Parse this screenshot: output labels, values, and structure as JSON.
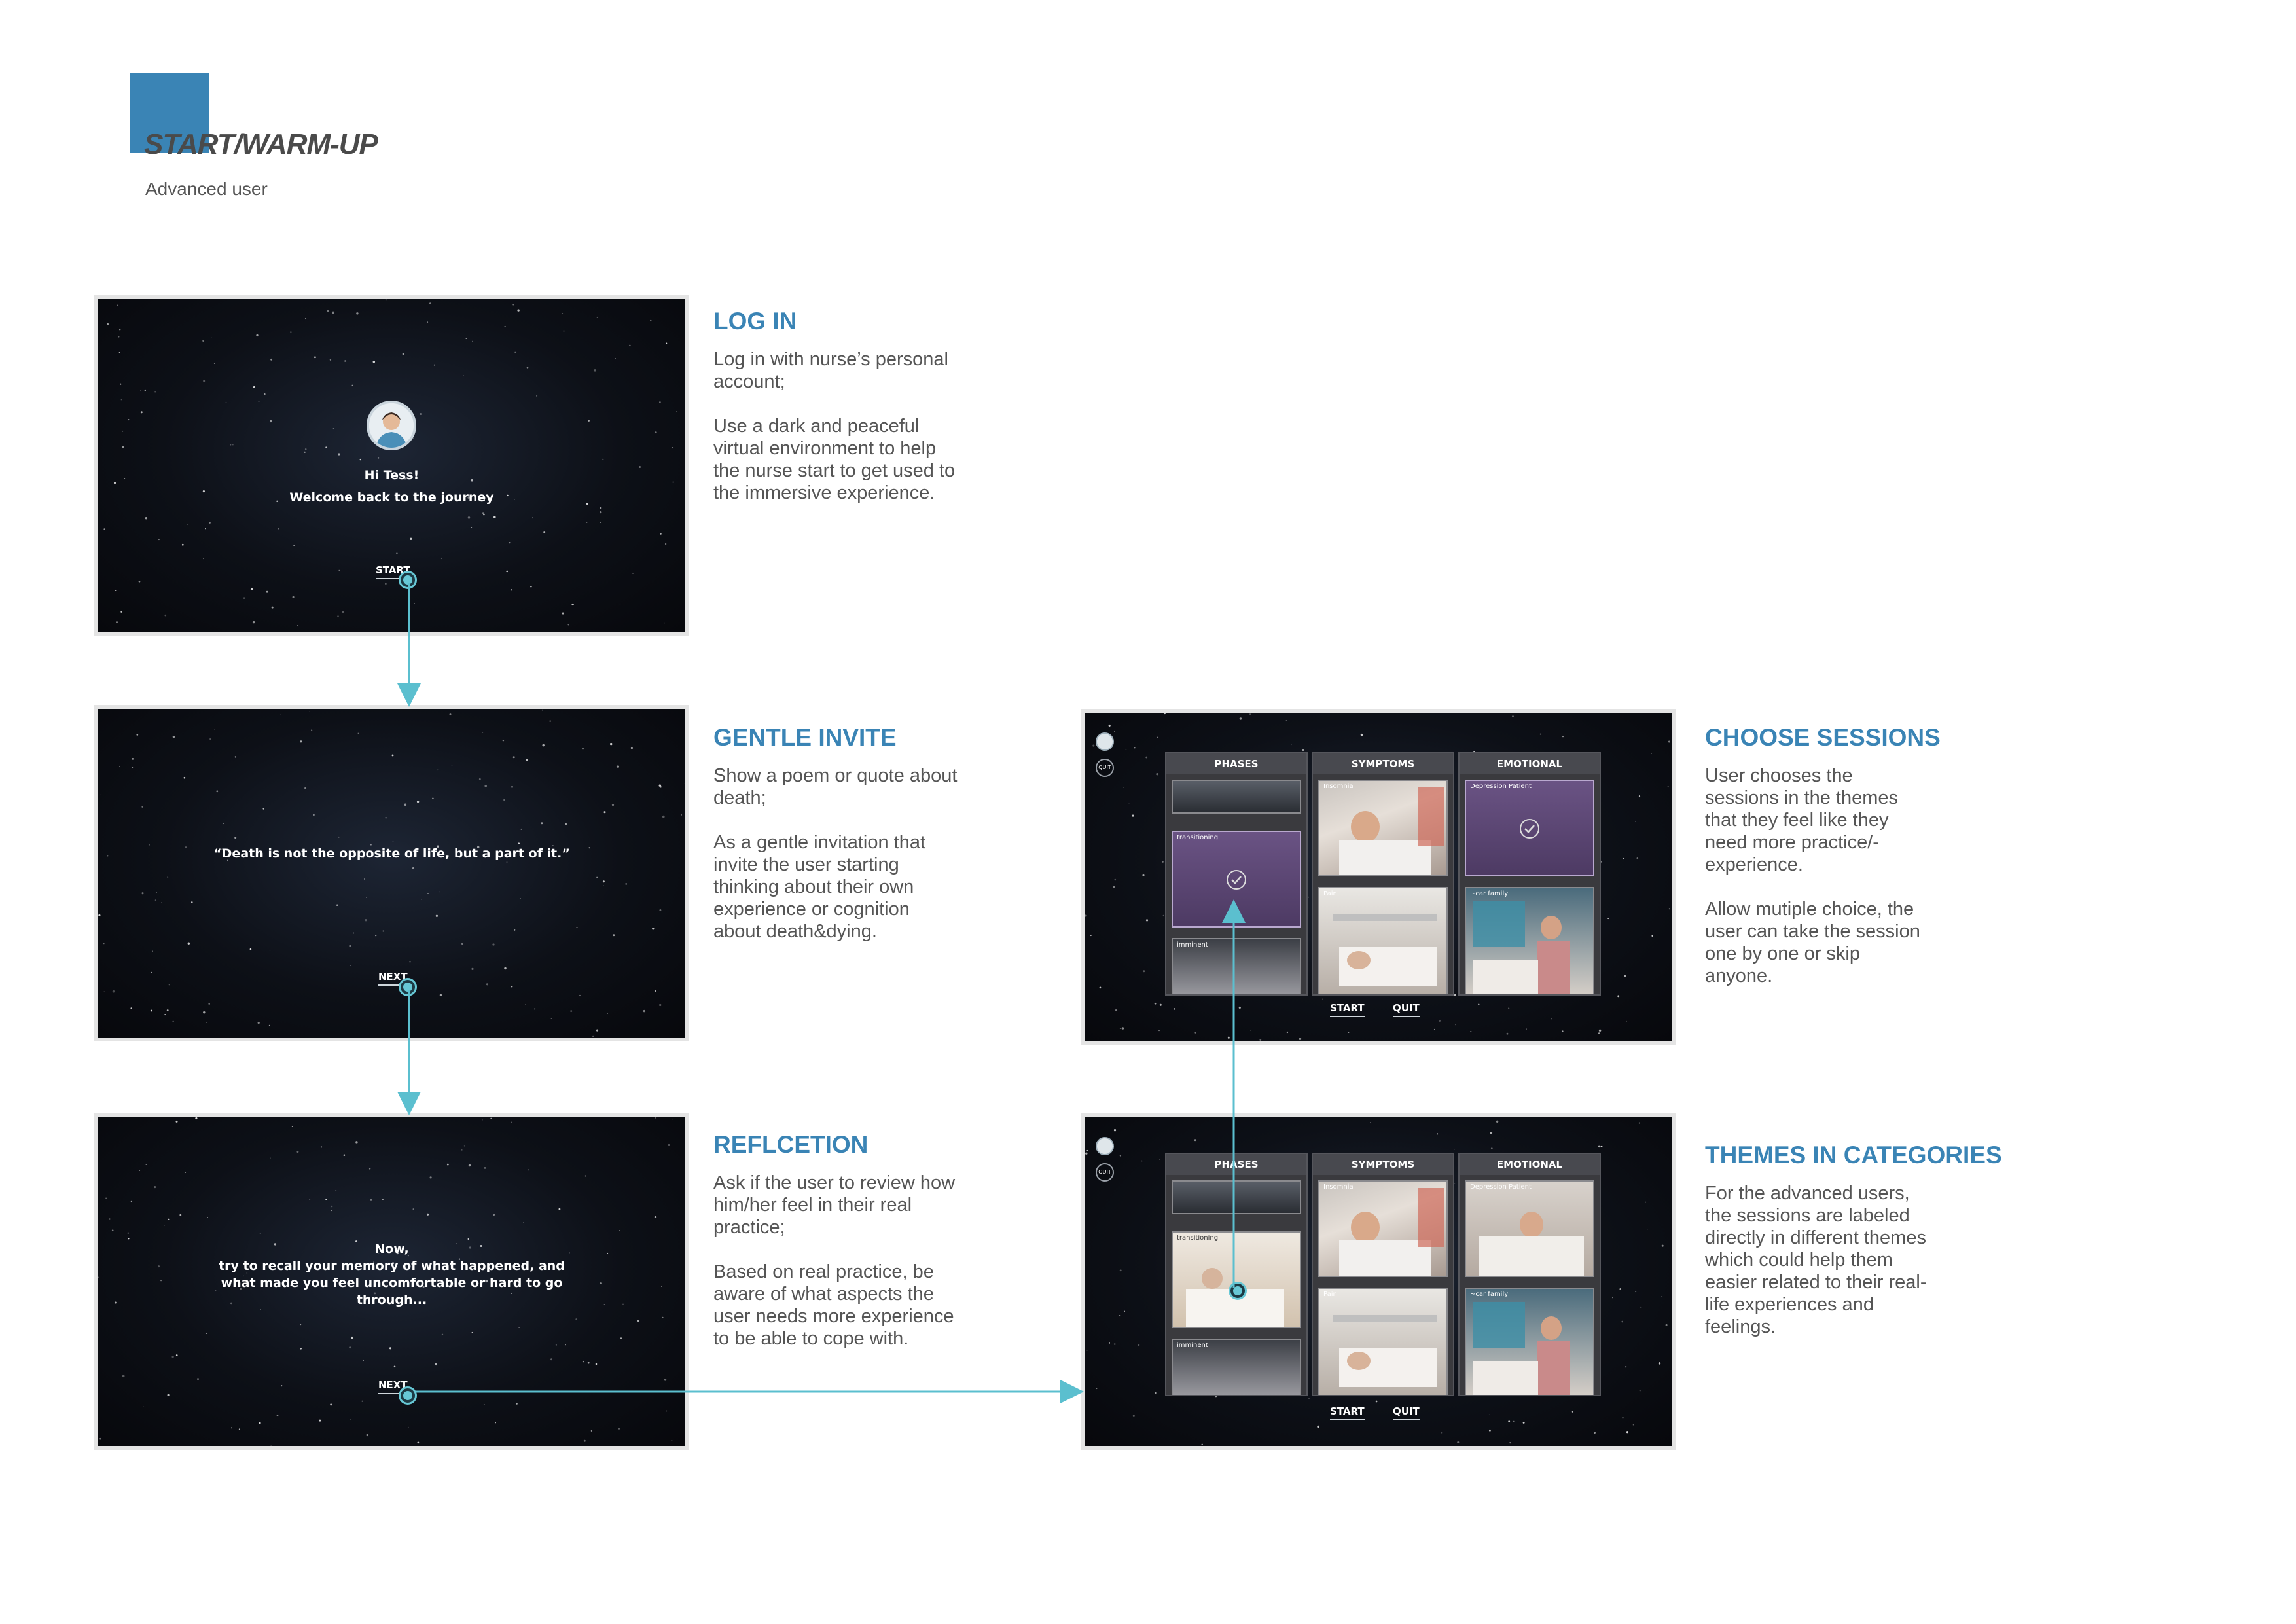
{
  "header": {
    "title": "START/WARM-UP",
    "subtitle": "Advanced user"
  },
  "colors": {
    "accent": "#3a84b5",
    "connector": "#5bbfcf",
    "screen_bg": "#0b0e14",
    "frame_border": "#e4e4e4"
  },
  "login": {
    "section_title": "LOG IN",
    "desc_1": "Log in with nurse’s personal account;",
    "desc_2": "Use a dark and peaceful virtual environment to help the nurse start to get used to the immersive experience.",
    "greeting": "Hi Tess!",
    "welcome": "Welcome back to the journey",
    "button": "START",
    "avatar_icon": "nurse-avatar-icon"
  },
  "invite": {
    "section_title": "GENTLE INVITE",
    "desc_1": "Show a poem or quote about death;",
    "desc_2": "As a gentle invitation that invite the user starting thinking about their own experience or cognition about death&dying.",
    "quote": "“Death is not the opposite of life, but a part of it.”",
    "button": "NEXT"
  },
  "reflection": {
    "section_title": "REFLCETION",
    "desc_1": "Ask if the user to review how him/her feel in their real practice;",
    "desc_2": "Based on real practice, be aware of what aspects the user needs more experience to be able to cope with.",
    "line_1": "Now,",
    "line_2": "try to recall your memory of what happened, and",
    "line_3": "what made you feel uncomfortable or hard to go",
    "line_4": "through...",
    "button": "NEXT"
  },
  "choose": {
    "section_title": "CHOOSE SESSIONS",
    "desc_1": "User chooses the sessions in the themes that they feel like they need more practice/-experience.",
    "desc_2": "Allow mutiple choice, the user can take the session one by one or skip anyone."
  },
  "themes": {
    "section_title": "THEMES IN CATEGORIES",
    "desc_1": "For the advanced users, the sessions are labeled directly in different themes which could help them easier related to their real-life experiences and feelings."
  },
  "session_ui": {
    "columns": [
      "PHASES",
      "SYMPTOMS",
      "EMOTIONAL"
    ],
    "tiles": {
      "phases": [
        "",
        "transitioning",
        "imminent"
      ],
      "symptoms": [
        "Insomnia",
        "Pain"
      ],
      "emotional": [
        "Depression  Patient",
        "~car  family"
      ]
    },
    "start": "START",
    "quit": "QUIT",
    "side_quit": "QUIT"
  }
}
